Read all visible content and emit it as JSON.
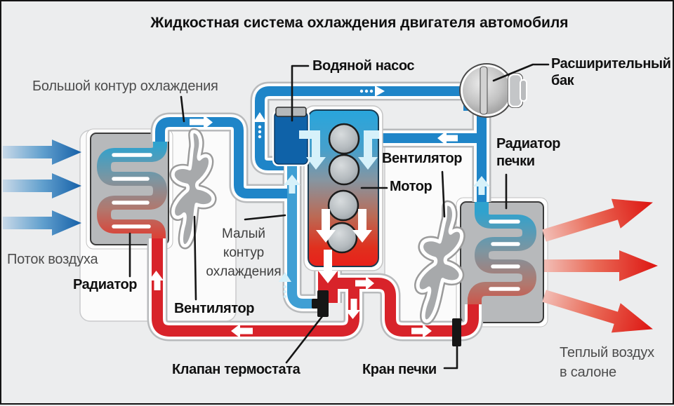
{
  "title": "Жидкостная система охлаждения двигателя автомобиля",
  "labels": {
    "big_circuit": "Большой контур охлаждения",
    "water_pump": "Водяной насос",
    "expansion_tank_line1": "Расширительный",
    "expansion_tank_line2": "бак",
    "heater_radiator_line1": "Радиатор",
    "heater_radiator_line2": "печки",
    "fan_right": "Вентилятор",
    "motor": "Мотор",
    "air_flow": "Поток воздуха",
    "radiator": "Радиатор",
    "small_circuit_line1": "Малый",
    "small_circuit_line2": "контур",
    "small_circuit_line3": "охлаждения",
    "fan_left": "Вентилятор",
    "thermostat_valve": "Клапан термостата",
    "heater_tap": "Кран печки",
    "warm_air_line1": "Теплый воздух",
    "warm_air_line2": "в салоне"
  },
  "colors": {
    "background": "#ecedee",
    "coolant_cold": "#1f85c8",
    "coolant_hot": "#d8232a",
    "air_cold_arrow": "#1560a8",
    "air_warm_arrow": "#dd1410",
    "component_gray": "#b7b9bb",
    "label_text": "#101010",
    "secondary_text": "#4c4c4c"
  },
  "icons": {
    "left_fan": "fan-blade-icon",
    "right_fan": "fan-blade-icon",
    "expansion_tank": "tank-sphere-icon",
    "thermostat": "valve-icon",
    "heater_tap": "valve-icon"
  }
}
